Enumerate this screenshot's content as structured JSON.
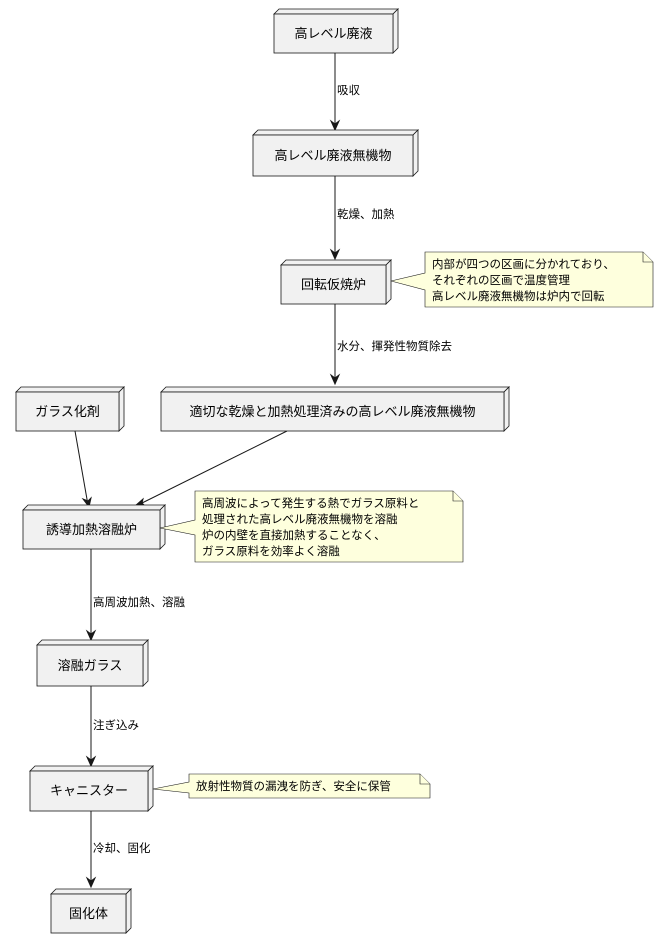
{
  "nodes": {
    "hlw": "高レベル廃液",
    "hlw_inorganic": "高レベル廃液無機物",
    "calciner": "回転仮焼炉",
    "glass_additive": "ガラス化剤",
    "processed": "適切な乾燥と加熱処理済みの高レベル廃液無機物",
    "melter": "誘導加熱溶融炉",
    "molten_glass": "溶融ガラス",
    "canister": "キャニスター",
    "solid": "固化体"
  },
  "edges": {
    "absorb": "吸収",
    "dry_heat": "乾燥、加熱",
    "remove": "水分、揮発性物質除去",
    "hf_melt": "高周波加熱、溶融",
    "pour": "注ぎ込み",
    "cool": "冷却、固化"
  },
  "notes": {
    "calciner": [
      "内部が四つの区画に分かれており、",
      "それぞれの区画で温度管理",
      "高レベル廃液無機物は炉内で回転"
    ],
    "melter": [
      "高周波によって発生する熱でガラス原料と",
      "処理された高レベル廃液無機物を溶融",
      "炉の内壁を直接加熱することなく、",
      "ガラス原料を効率よく溶融"
    ],
    "canister": [
      "放射性物質の漏洩を防ぎ、安全に保管"
    ]
  },
  "colors": {
    "node_fill": "#F1F1F1",
    "line": "#181818",
    "note_fill": "#FEFFDD"
  }
}
